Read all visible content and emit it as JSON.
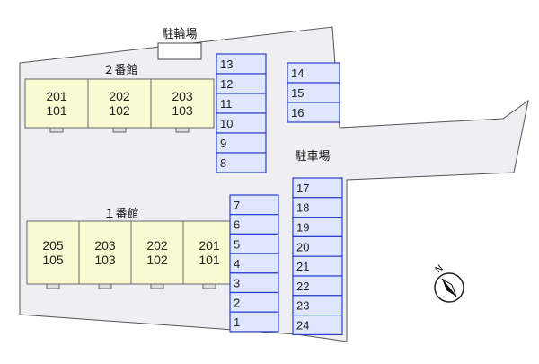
{
  "title_bicycle": "駐輪場",
  "title_parking": "駐車場",
  "building2": {
    "label": "２番館",
    "units": [
      {
        "top": "201",
        "bottom": "101"
      },
      {
        "top": "202",
        "bottom": "102"
      },
      {
        "top": "203",
        "bottom": "103"
      }
    ]
  },
  "building1": {
    "label": "１番館",
    "units": [
      {
        "top": "205",
        "bottom": "105"
      },
      {
        "top": "203",
        "bottom": "103"
      },
      {
        "top": "202",
        "bottom": "102"
      },
      {
        "top": "201",
        "bottom": "101"
      }
    ]
  },
  "parking": {
    "col_a": [
      "13",
      "12",
      "11",
      "10",
      "9",
      "8"
    ],
    "col_b": [
      "14",
      "15",
      "16"
    ],
    "col_c": [
      "7",
      "6",
      "5",
      "4",
      "3",
      "2",
      "1"
    ],
    "col_d": [
      "17",
      "18",
      "19",
      "20",
      "21",
      "22",
      "23",
      "24"
    ]
  },
  "compass_label": "N",
  "colors": {
    "lot": "#efeff3",
    "building": "#fafad2",
    "slot": "#dfe6ff",
    "slot_border": "#2a3fc8"
  }
}
